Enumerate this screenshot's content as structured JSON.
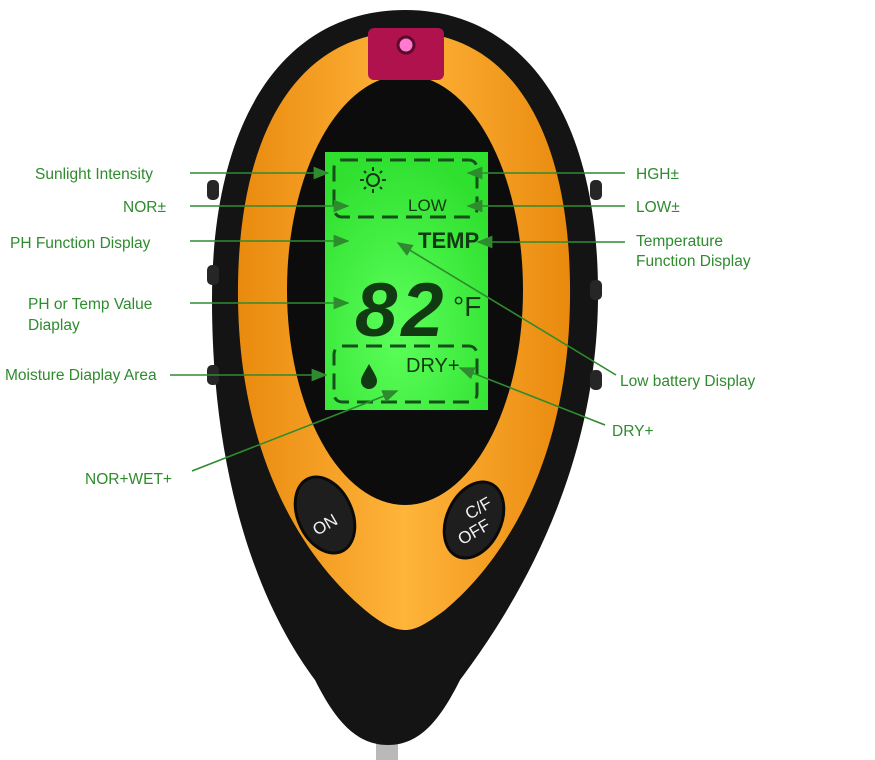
{
  "device": {
    "lcd": {
      "low_indicator": "LOW",
      "temp_indicator": "TEMP",
      "value": "82",
      "unit": "°F",
      "moisture_indicator": "DRY+",
      "sun_icon": "sun-icon",
      "drop_icon": "water-drop-icon",
      "backlight_color": "#3df23a"
    },
    "buttons": {
      "on": "ON",
      "cf_line1": "C/F",
      "cf_line2": "OFF"
    },
    "colors": {
      "body": "#151515",
      "ring": "#f7a21b",
      "label": "#2e8b2e",
      "indicator_light": "#e0308a"
    }
  },
  "labels": {
    "left": {
      "sunlight": "Sunlight Intensity",
      "nor_pm": "NOR±",
      "ph_function": "PH Function Display",
      "ph_temp_line1": "PH or Temp Value",
      "ph_temp_line2": "Diaplay",
      "moisture": "Moisture Diaplay Area",
      "nor_wet": "NOR+WET+"
    },
    "right": {
      "hgh": "HGH±",
      "low": "LOW±",
      "temp_line1": "Temperature",
      "temp_line2": "Function Display",
      "low_battery": "Low battery Display",
      "dry": "DRY+"
    }
  }
}
